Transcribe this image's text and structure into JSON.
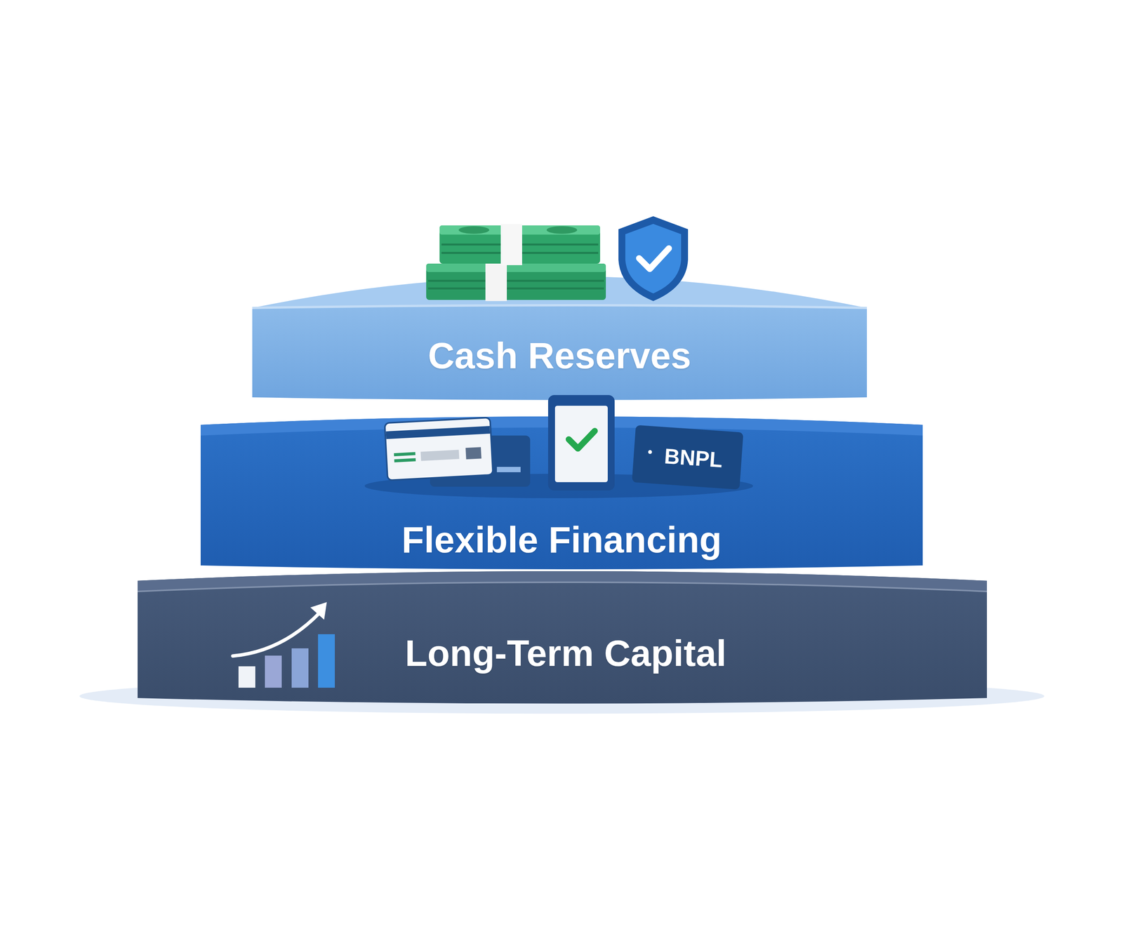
{
  "diagram": {
    "nodes": [
      {
        "text": [
          "Cash Reserves"
        ]
      },
      {
        "text": [
          "Flexible Financing"
        ]
      },
      {
        "text": [
          "Long-Term Capital"
        ]
      }
    ],
    "labels": [
      "BNPL"
    ]
  }
}
